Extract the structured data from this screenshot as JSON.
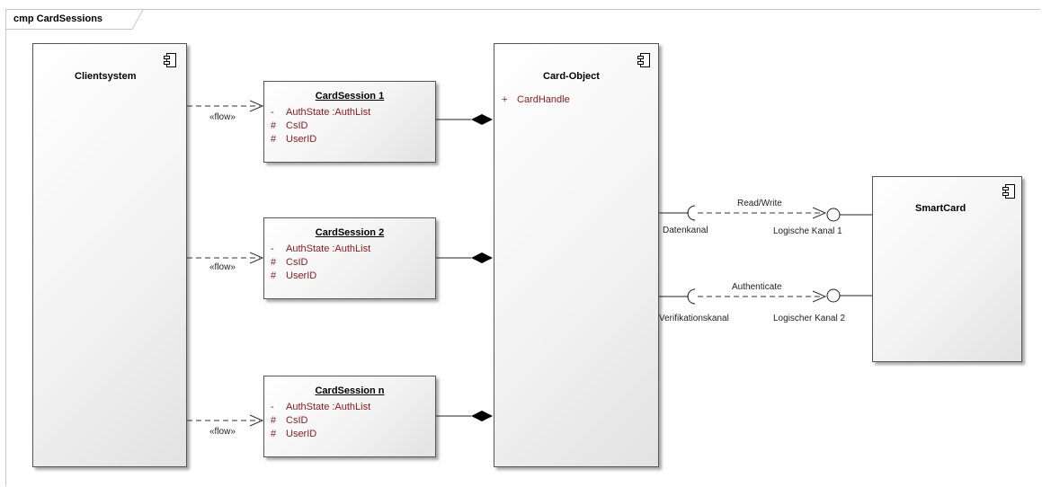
{
  "diagram": {
    "frame_title": "cmp CardSessions",
    "client": {
      "title": "Clientsystem"
    },
    "card_object": {
      "title": "Card-Object",
      "attributes": [
        {
          "visibility": "+",
          "text": "CardHandle"
        }
      ]
    },
    "smartcard": {
      "title": "SmartCard"
    },
    "sessions": [
      {
        "title": "CardSession 1",
        "attributes": [
          {
            "visibility": "-",
            "text": "AuthState  :AuthList"
          },
          {
            "visibility": "#",
            "text": "CsID"
          },
          {
            "visibility": "#",
            "text": "UserID"
          }
        ]
      },
      {
        "title": "CardSession 2",
        "attributes": [
          {
            "visibility": "-",
            "text": "AuthState  :AuthList"
          },
          {
            "visibility": "#",
            "text": "CsID"
          },
          {
            "visibility": "#",
            "text": "UserID"
          }
        ]
      },
      {
        "title": "CardSession n",
        "attributes": [
          {
            "visibility": "-",
            "text": "AuthState  :AuthList"
          },
          {
            "visibility": "#",
            "text": "CsID"
          },
          {
            "visibility": "#",
            "text": "UserID"
          }
        ]
      }
    ],
    "flow_label": "«flow»",
    "channels": [
      {
        "required_label": "Datenkanal",
        "dependency_label": "Read/Write",
        "provided_label": "Logische Kanal 1"
      },
      {
        "required_label": "Verifikationskanal",
        "dependency_label": "Authenticate",
        "provided_label": "Logischer Kanal 2"
      }
    ],
    "colors": {
      "attribute_text": "#8b1a1a",
      "border": "#555555"
    }
  }
}
